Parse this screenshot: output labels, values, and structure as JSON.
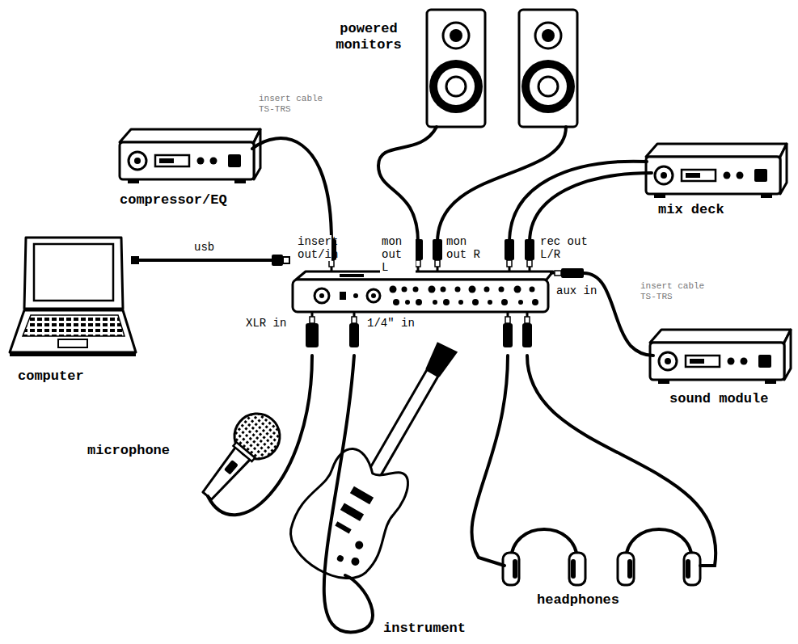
{
  "diagram": {
    "nodes": [
      {
        "text": [
          "powered monitors"
        ]
      },
      {
        "text": [
          "compressor/EQ"
        ]
      },
      {
        "text": [
          "mix deck"
        ]
      },
      {
        "text": [
          "computer"
        ]
      },
      {
        "text": [
          "sound module"
        ]
      },
      {
        "text": [
          "microphone"
        ]
      },
      {
        "text": [
          "headphones"
        ]
      },
      {
        "text": [
          "instrument"
        ]
      }
    ],
    "labels": [
      "insert cable TS-TRS",
      "insert out/in",
      "mon out L",
      "mon out R",
      "rec out L/R",
      "usb",
      "XLR in",
      "1/4\" in",
      "aux in",
      "insert cable TS-TRS"
    ]
  }
}
